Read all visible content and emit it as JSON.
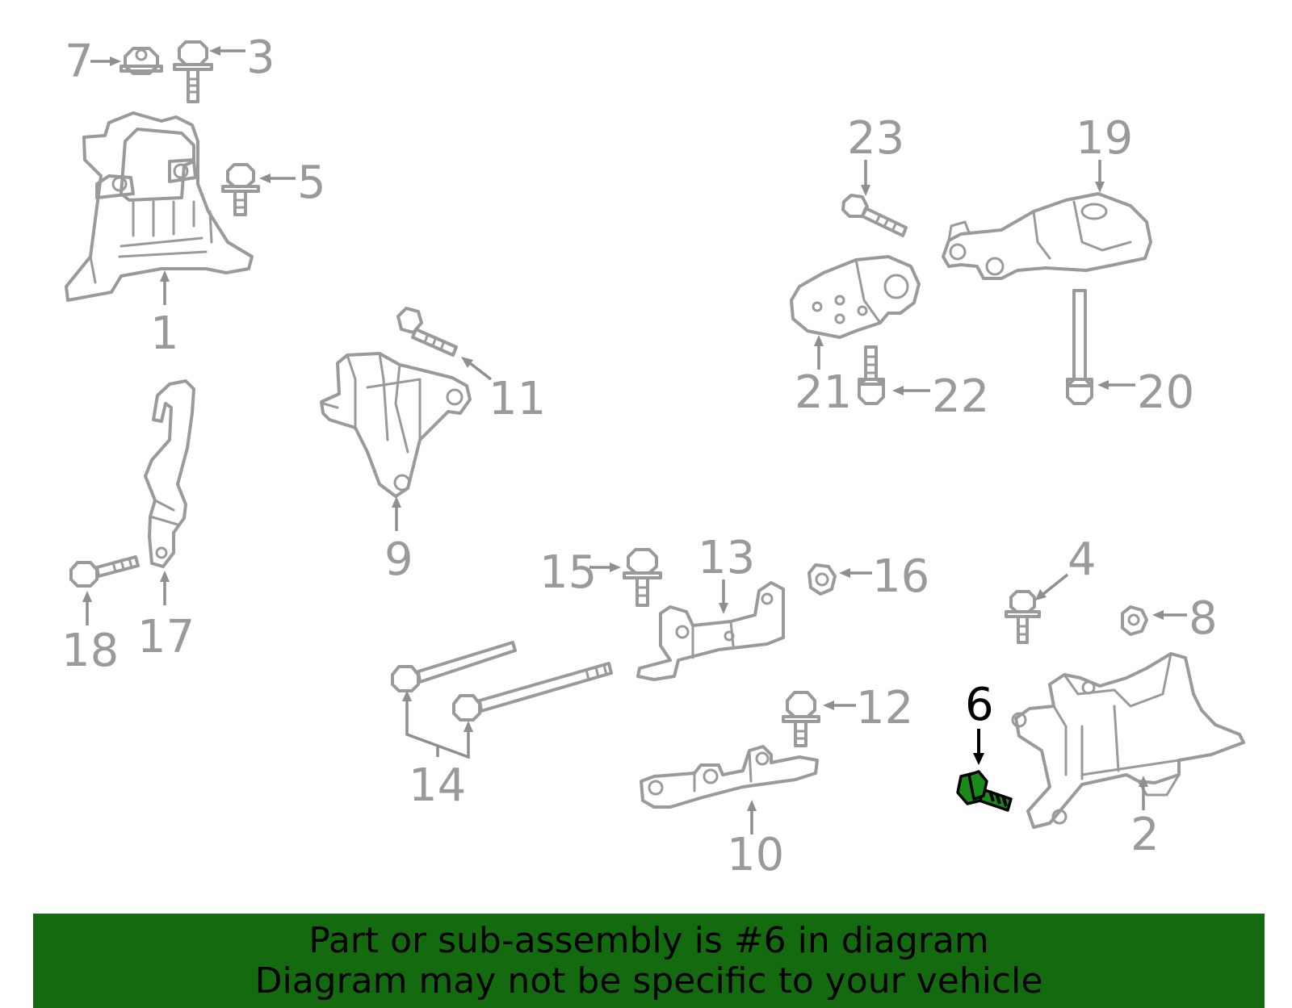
{
  "diagram": {
    "callouts": [
      {
        "key": "c1",
        "number": "1"
      },
      {
        "key": "c2",
        "number": "2"
      },
      {
        "key": "c3",
        "number": "3"
      },
      {
        "key": "c4",
        "number": "4"
      },
      {
        "key": "c5",
        "number": "5"
      },
      {
        "key": "c6",
        "number": "6",
        "highlighted": true
      },
      {
        "key": "c7",
        "number": "7"
      },
      {
        "key": "c8",
        "number": "8"
      },
      {
        "key": "c9",
        "number": "9"
      },
      {
        "key": "c10",
        "number": "10"
      },
      {
        "key": "c11",
        "number": "11"
      },
      {
        "key": "c12",
        "number": "12"
      },
      {
        "key": "c13",
        "number": "13"
      },
      {
        "key": "c14",
        "number": "14"
      },
      {
        "key": "c15",
        "number": "15"
      },
      {
        "key": "c16",
        "number": "16"
      },
      {
        "key": "c17",
        "number": "17"
      },
      {
        "key": "c18",
        "number": "18"
      },
      {
        "key": "c19",
        "number": "19"
      },
      {
        "key": "c20",
        "number": "20"
      },
      {
        "key": "c21",
        "number": "21"
      },
      {
        "key": "c22",
        "number": "22"
      },
      {
        "key": "c23",
        "number": "23"
      }
    ],
    "colors": {
      "line_art": "#9a9a9a",
      "highlight_part": "#1a8a1a",
      "highlight_label": "#000000",
      "footer_background": "#146b0f"
    }
  },
  "footer": {
    "line1": "Part or sub-assembly is #6 in diagram",
    "line2": "Diagram may not be specific to your vehicle"
  }
}
